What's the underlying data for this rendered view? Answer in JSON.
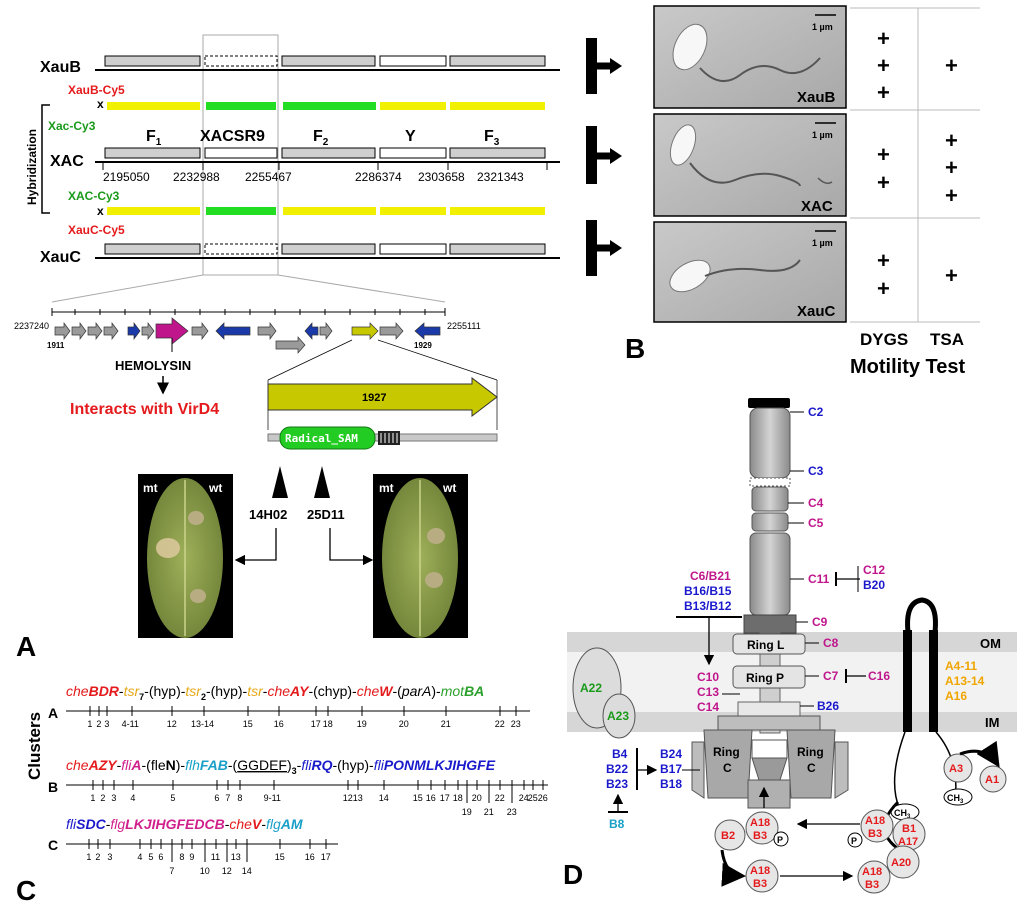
{
  "panel_labels": {
    "a": "A",
    "b": "B",
    "c": "C",
    "d": "D"
  },
  "panel_a": {
    "strains": {
      "xaub": "XauB",
      "xac": "XAC",
      "xauc": "XauC"
    },
    "probes": {
      "xaub_cy5": "XauB-Cy5",
      "x1": "x",
      "xac_cy3_1": "Xac-Cy3",
      "xac_cy3_2": "XAC-Cy3",
      "x2": "x",
      "xauc_cy5": "XauC-Cy5"
    },
    "side_label": "Hybridization",
    "regions": {
      "f1": "F",
      "f1_sub": "1",
      "xacsr9": "XACSR9",
      "f2": "F",
      "f2_sub": "2",
      "y": "Y",
      "f3": "F",
      "f3_sub": "3"
    },
    "coords": [
      "2195050",
      "2232988",
      "2255467",
      "2286374",
      "2303658",
      "2321343"
    ],
    "locus": {
      "start": "2237240",
      "end": "2255111",
      "gene_first": "1911",
      "gene_last": "1929"
    },
    "hemolysin": "HEMOLYSIN",
    "interacts": "Interacts with VirD4",
    "gene_1927": "1927",
    "domain": "Radical_SAM",
    "mutants": {
      "m1": "14H02",
      "m2": "25D11"
    },
    "leaf_labels": {
      "mt1": "mt",
      "wt1": "wt",
      "mt2": "mt",
      "wt2": "wt"
    }
  },
  "panel_b": {
    "scale": "1 µm",
    "images": [
      "XauB",
      "XAC",
      "XauC"
    ],
    "dygs": [
      "+",
      "+",
      "+",
      "+",
      "+",
      "+",
      "+"
    ],
    "tsa": [
      "+",
      "+",
      "+",
      "+",
      "+"
    ],
    "col_dygs": "DYGS",
    "col_tsa": "TSA",
    "title": "Motility Test"
  },
  "panel_c": {
    "side_label": "Clusters",
    "row_labels": {
      "a": "A",
      "b": "B",
      "c": "C"
    },
    "cluster_a": {
      "parts": [
        {
          "t": "che",
          "c": "#e41a1c",
          "s": "i"
        },
        {
          "t": "BDR",
          "c": "#e41a1c",
          "s": "bi"
        },
        {
          "t": "-",
          "c": "#000",
          "s": ""
        },
        {
          "t": "tsr",
          "c": "#e6a817",
          "s": "i"
        },
        {
          "t": "7",
          "c": "#000",
          "s": "sub"
        },
        {
          "t": "-(hyp)-",
          "c": "#000",
          "s": ""
        },
        {
          "t": "tsr",
          "c": "#e6a817",
          "s": "i"
        },
        {
          "t": "2",
          "c": "#000",
          "s": "sub"
        },
        {
          "t": "-(hyp)-",
          "c": "#000",
          "s": ""
        },
        {
          "t": "tsr",
          "c": "#e6a817",
          "s": "i"
        },
        {
          "t": "-",
          "c": "#000",
          "s": ""
        },
        {
          "t": "che",
          "c": "#e41a1c",
          "s": "i"
        },
        {
          "t": "AY",
          "c": "#e41a1c",
          "s": "bi"
        },
        {
          "t": "-(chyp)-",
          "c": "#000",
          "s": ""
        },
        {
          "t": "che",
          "c": "#e41a1c",
          "s": "i"
        },
        {
          "t": "W",
          "c": "#e41a1c",
          "s": "bi"
        },
        {
          "t": "-(",
          "c": "#000",
          "s": ""
        },
        {
          "t": "parA",
          "c": "#000",
          "s": "i"
        },
        {
          "t": ")-",
          "c": "#000",
          "s": ""
        },
        {
          "t": "mot",
          "c": "#2ca02c",
          "s": "i"
        },
        {
          "t": "BA",
          "c": "#2ca02c",
          "s": "bi"
        }
      ],
      "ticks": [
        "1",
        "2",
        "3",
        "4-11",
        "12",
        "13-14",
        "15",
        "16",
        "17",
        "18",
        "19",
        "20",
        "21",
        "22",
        "23"
      ]
    },
    "cluster_b": {
      "parts": [
        {
          "t": "che",
          "c": "#e41a1c",
          "s": "i"
        },
        {
          "t": "AZY",
          "c": "#e41a1c",
          "s": "bi"
        },
        {
          "t": "-",
          "c": "#000",
          "s": ""
        },
        {
          "t": "fli",
          "c": "#d0208c",
          "s": "i"
        },
        {
          "t": "A",
          "c": "#d0208c",
          "s": "bi"
        },
        {
          "t": "-(fle",
          "c": "#000",
          "s": ""
        },
        {
          "t": "N",
          "c": "#000",
          "s": "b"
        },
        {
          "t": ")-",
          "c": "#000",
          "s": ""
        },
        {
          "t": "flh",
          "c": "#1aa0c8",
          "s": "i"
        },
        {
          "t": "FAB",
          "c": "#1aa0c8",
          "s": "bi"
        },
        {
          "t": "-(",
          "c": "#000",
          "s": ""
        },
        {
          "t": "GGDEF",
          "c": "#000",
          "s": "u"
        },
        {
          "t": ")",
          "c": "#000",
          "s": ""
        },
        {
          "t": "3",
          "c": "#000",
          "s": "sub"
        },
        {
          "t": "-",
          "c": "#000",
          "s": ""
        },
        {
          "t": "fli",
          "c": "#1a1acc",
          "s": "i"
        },
        {
          "t": "RQ",
          "c": "#1a1acc",
          "s": "bi"
        },
        {
          "t": "-(hyp)-",
          "c": "#000",
          "s": ""
        },
        {
          "t": "fli",
          "c": "#1a1acc",
          "s": "i"
        },
        {
          "t": "PONMLKJIHGFE",
          "c": "#1a1acc",
          "s": "bi"
        }
      ],
      "ticks": [
        "1",
        "2",
        "3",
        "4",
        "5",
        "6",
        "7",
        "8",
        "9-11",
        "12",
        "13",
        "14",
        "15",
        "16",
        "17",
        "18",
        "19",
        "20",
        "21",
        "22",
        "23",
        "24",
        "25",
        "26"
      ]
    },
    "cluster_c": {
      "parts": [
        {
          "t": "fli",
          "c": "#1a1acc",
          "s": "i"
        },
        {
          "t": "SDC",
          "c": "#1a1acc",
          "s": "bi"
        },
        {
          "t": "-",
          "c": "#000",
          "s": ""
        },
        {
          "t": "flg",
          "c": "#d0208c",
          "s": "i"
        },
        {
          "t": "LKJIHGFEDCB",
          "c": "#d0208c",
          "s": "bi"
        },
        {
          "t": "-",
          "c": "#000",
          "s": ""
        },
        {
          "t": "che",
          "c": "#e41a1c",
          "s": "i"
        },
        {
          "t": "V",
          "c": "#e41a1c",
          "s": "bi"
        },
        {
          "t": "-",
          "c": "#000",
          "s": ""
        },
        {
          "t": "flg",
          "c": "#1aa0c8",
          "s": "i"
        },
        {
          "t": "AM",
          "c": "#1aa0c8",
          "s": "bi"
        }
      ],
      "ticks": [
        "1",
        "2",
        "3",
        "4",
        "5",
        "6",
        "7",
        "8",
        "9",
        "10",
        "11",
        "12",
        "13",
        "14",
        "15",
        "16",
        "17"
      ]
    }
  },
  "panel_d": {
    "labels": {
      "c2": "C2",
      "c3": "C3",
      "c4": "C4",
      "c5": "C5",
      "c11": "C11",
      "c12": "C12",
      "b20": "B20",
      "c9": "C9",
      "c8": "C8",
      "om": "OM",
      "im": "IM",
      "ring_l": "Ring L",
      "ring_p": "Ring P",
      "c7": "C7",
      "c16": "C16",
      "c6b21": "C6/B21",
      "b16b15": "B16/B15",
      "b13b12": "B13/B12",
      "c10": "C10",
      "c13": "C13",
      "c14": "C14",
      "b26": "B26",
      "a4_11": "A4-11",
      "a13_14": "A13-14",
      "a16": "A16",
      "a22": "A22",
      "a23": "A23",
      "b4": "B4",
      "b22": "B22",
      "b23": "B23",
      "b24": "B24",
      "b17": "B17",
      "b18": "B18",
      "b8": "B8",
      "ring_c1": "Ring",
      "ring_c1b": "C",
      "ring_c2": "Ring",
      "ring_c2b": "C",
      "a3": "A3",
      "a1": "A1",
      "ch3": "CH",
      "ch3_sub": "3",
      "a18": "A18",
      "b3": "B3",
      "b1": "B1",
      "a17": "A17",
      "a20": "A20",
      "b2": "B2",
      "p": "P"
    },
    "colors": {
      "red": "#e41a1c",
      "blue": "#1a1acc",
      "magenta": "#c0168c",
      "orange": "#f0a500",
      "green": "#1a9a1a",
      "cyan": "#1aa0c8"
    }
  }
}
